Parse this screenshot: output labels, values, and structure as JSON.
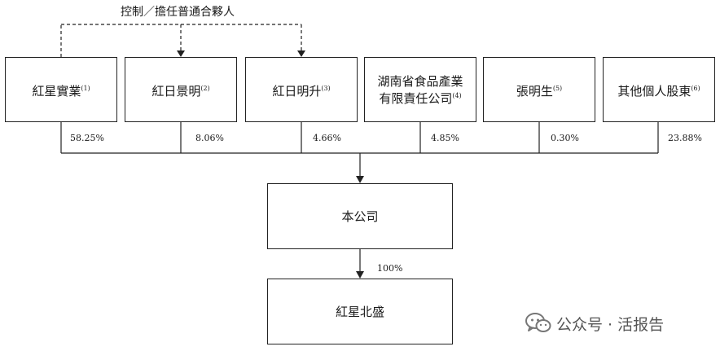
{
  "control_label": "控制／擔任普通合夥人",
  "shareholders": [
    {
      "name": "紅星實業",
      "note": "(1)",
      "pct": "58.25%"
    },
    {
      "name": "紅日景明",
      "note": "(2)",
      "pct": "8.06%"
    },
    {
      "name": "紅日明升",
      "note": "(3)",
      "pct": "4.66%"
    },
    {
      "name_line1": "湖南省食品產業",
      "name_line2": "有限責任公司",
      "note": "(4)",
      "pct": "4.85%"
    },
    {
      "name": "張明生",
      "note": "(5)",
      "pct": "0.30%"
    },
    {
      "name": "其他個人股東",
      "note": "(6)",
      "pct": "23.88%"
    }
  ],
  "company": {
    "name": "本公司"
  },
  "subsidiary": {
    "name": "紅星北盛",
    "pct": "100%"
  },
  "watermark": {
    "text": "公众号 · 活报告",
    "icon": "wechat-icon"
  }
}
